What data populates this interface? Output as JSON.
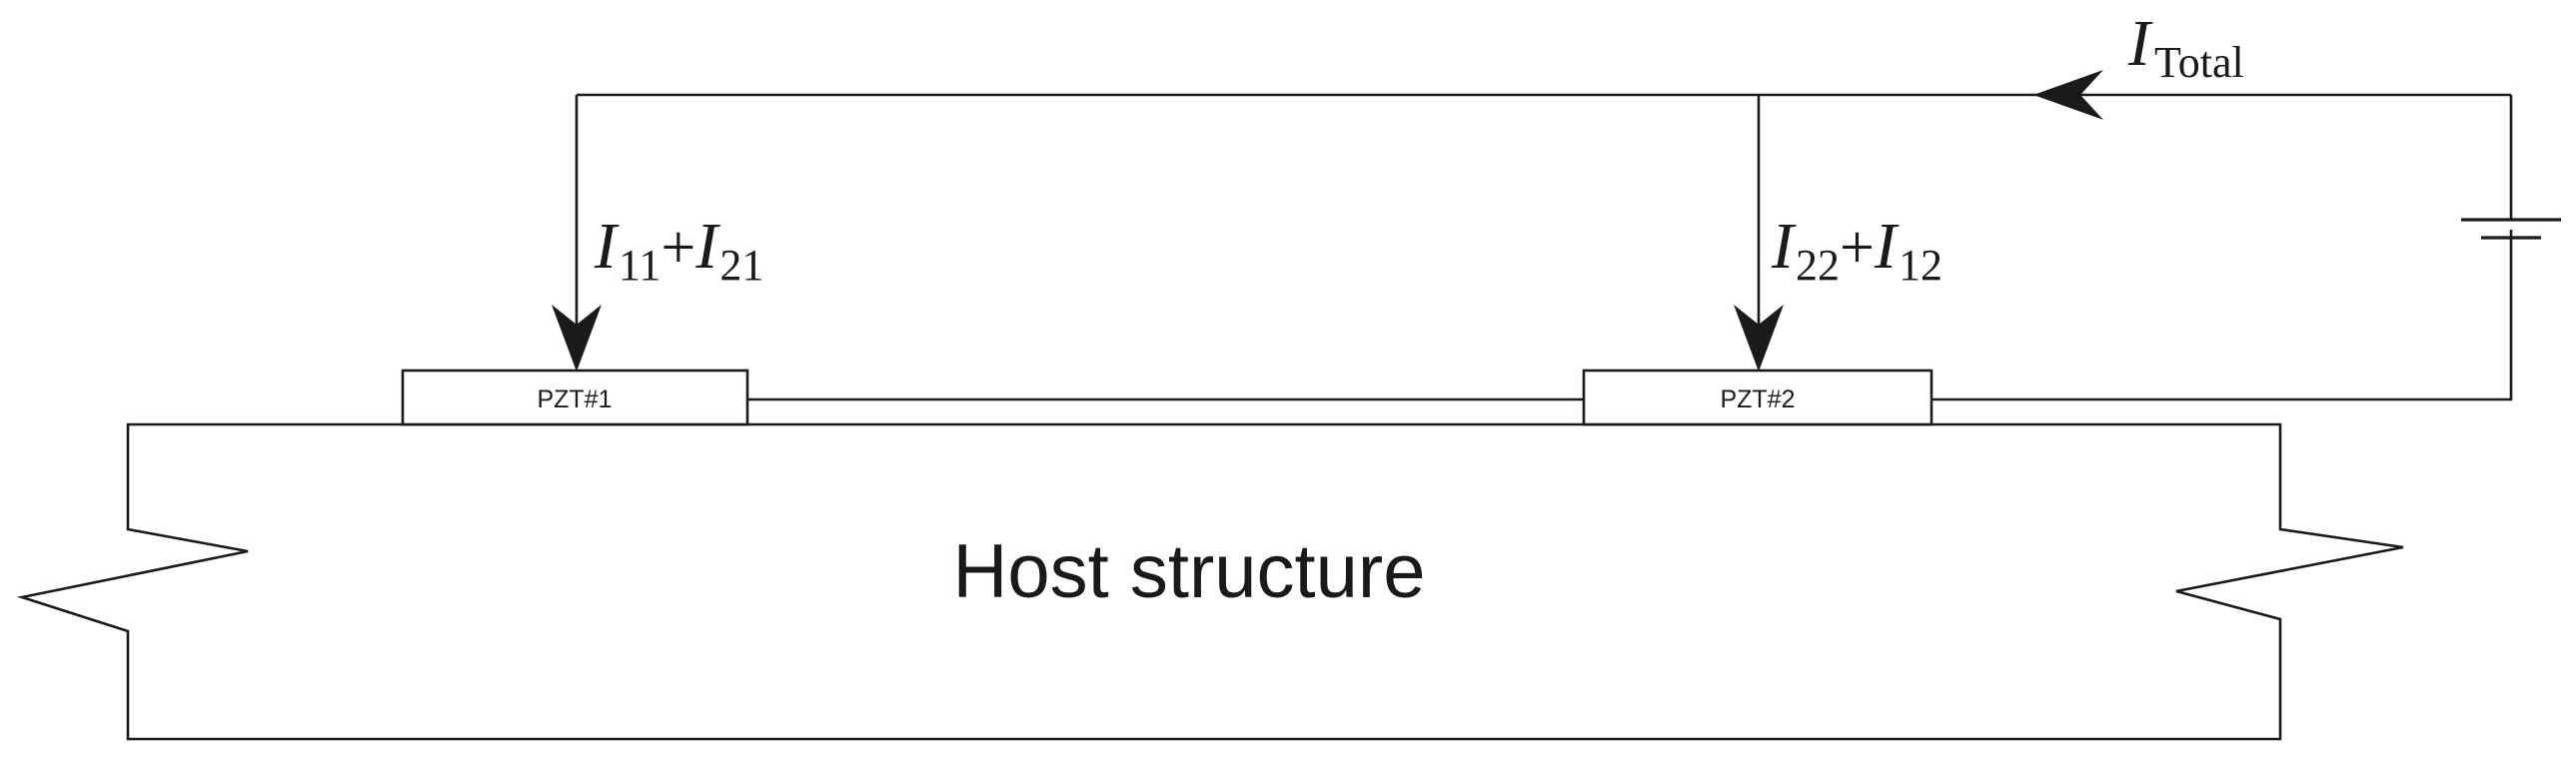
{
  "labels": {
    "pzt1": "PZT#1",
    "pzt2": "PZT#2",
    "host": "Host structure"
  },
  "currents": {
    "total": {
      "symbol": "I",
      "subscript": "Total"
    },
    "branch1": {
      "a_symbol": "I",
      "a_sub": "11",
      "operator": "+",
      "b_symbol": "I",
      "b_sub": "21"
    },
    "branch2": {
      "a_symbol": "I",
      "a_sub": "22",
      "operator": "+",
      "b_symbol": "I",
      "b_sub": "12"
    }
  },
  "colors": {
    "line": "#1a1a1a",
    "background": "#ffffff"
  }
}
